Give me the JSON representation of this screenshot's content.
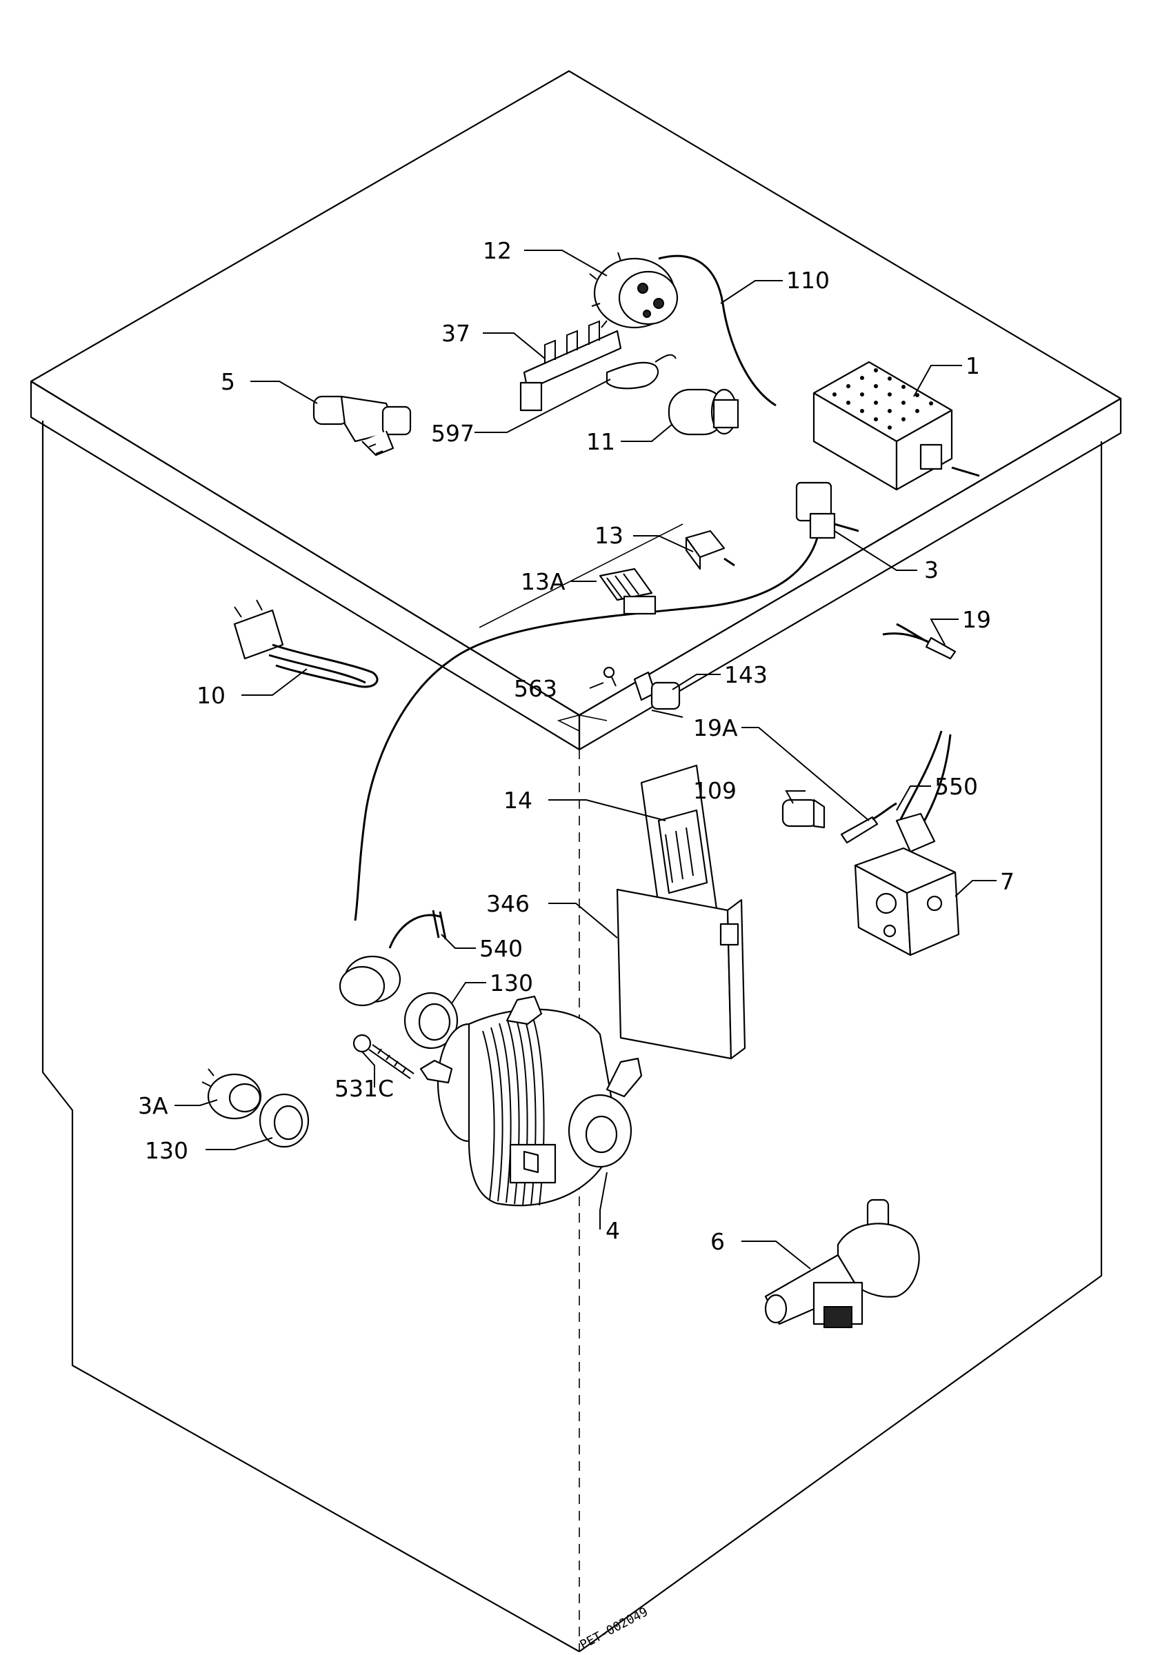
{
  "diagram": {
    "reference": "PET-002049",
    "callouts": [
      {
        "id": "1",
        "label": "1"
      },
      {
        "id": "3",
        "label": "3"
      },
      {
        "id": "3a",
        "label": "3A"
      },
      {
        "id": "4",
        "label": "4"
      },
      {
        "id": "5",
        "label": "5"
      },
      {
        "id": "6",
        "label": "6"
      },
      {
        "id": "7",
        "label": "7"
      },
      {
        "id": "10",
        "label": "10"
      },
      {
        "id": "11",
        "label": "11"
      },
      {
        "id": "12",
        "label": "12"
      },
      {
        "id": "13",
        "label": "13"
      },
      {
        "id": "13a",
        "label": "13A"
      },
      {
        "id": "14",
        "label": "14"
      },
      {
        "id": "19",
        "label": "19"
      },
      {
        "id": "19a",
        "label": "19A"
      },
      {
        "id": "37",
        "label": "37"
      },
      {
        "id": "109",
        "label": "109"
      },
      {
        "id": "110",
        "label": "110"
      },
      {
        "id": "130a",
        "label": "130"
      },
      {
        "id": "130b",
        "label": "130"
      },
      {
        "id": "143",
        "label": "143"
      },
      {
        "id": "346",
        "label": "346"
      },
      {
        "id": "531c",
        "label": "531C"
      },
      {
        "id": "540",
        "label": "540"
      },
      {
        "id": "550",
        "label": "550"
      },
      {
        "id": "563",
        "label": "563"
      },
      {
        "id": "597",
        "label": "597"
      }
    ]
  }
}
